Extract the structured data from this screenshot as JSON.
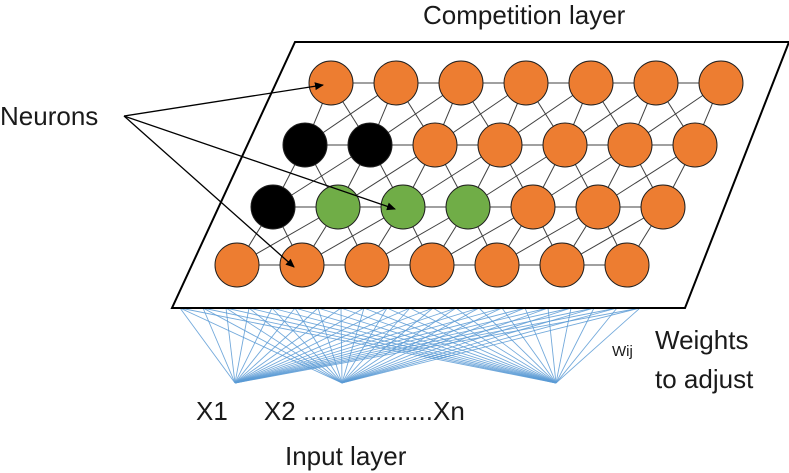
{
  "labels": {
    "competition": "Competition layer",
    "neurons": "Neurons",
    "weight_symbol": "Wij",
    "weights_line1": "Weights",
    "weights_line2": "to adjust",
    "inputs": "X1     X2 ..................Xn",
    "input_layer": "Input layer"
  },
  "grid": {
    "rows": [
      [
        "orange",
        "orange",
        "orange",
        "orange",
        "orange",
        "orange",
        "orange"
      ],
      [
        "black",
        "black",
        "orange",
        "orange",
        "orange",
        "orange",
        "orange"
      ],
      [
        "black",
        "green",
        "green",
        "green",
        "orange",
        "orange",
        "orange"
      ],
      [
        "orange",
        "orange",
        "orange",
        "orange",
        "orange",
        "orange",
        "orange"
      ]
    ]
  },
  "neuron_arrow_targets": [
    {
      "row": 0,
      "col": 0
    },
    {
      "row": 2,
      "col": 2
    },
    {
      "row": 3,
      "col": 1
    }
  ],
  "input_nodes": 3,
  "colors": {
    "orange": "#ED7D31",
    "black": "#000000",
    "green": "#70AD47",
    "weights": "#5B9BD5",
    "grid_line": "#404040",
    "outline": "#000000"
  }
}
